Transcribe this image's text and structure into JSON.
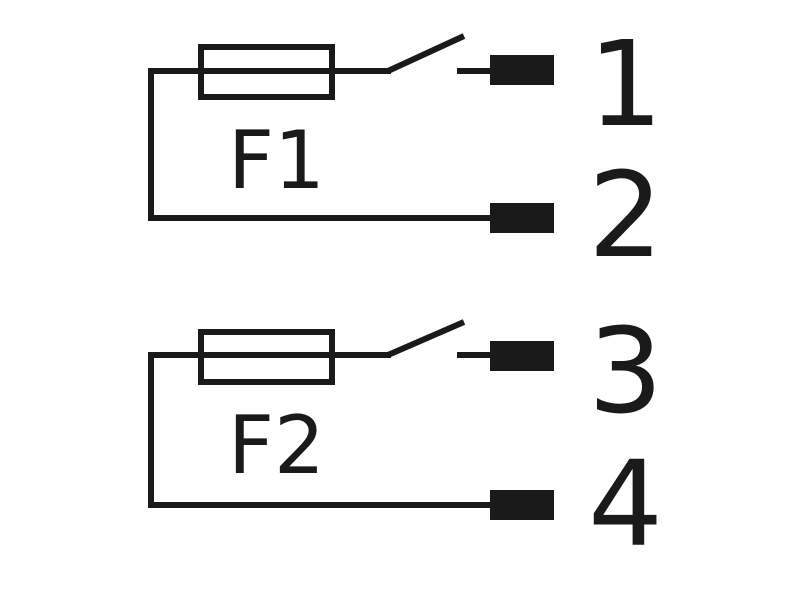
{
  "diagram": {
    "circuits": [
      {
        "fuse_label": "F1",
        "switched_terminal": "1",
        "common_terminal": "2"
      },
      {
        "fuse_label": "F2",
        "switched_terminal": "3",
        "common_terminal": "4"
      }
    ]
  },
  "colors": {
    "line": "#1a1a1a",
    "background": "#ffffff"
  }
}
